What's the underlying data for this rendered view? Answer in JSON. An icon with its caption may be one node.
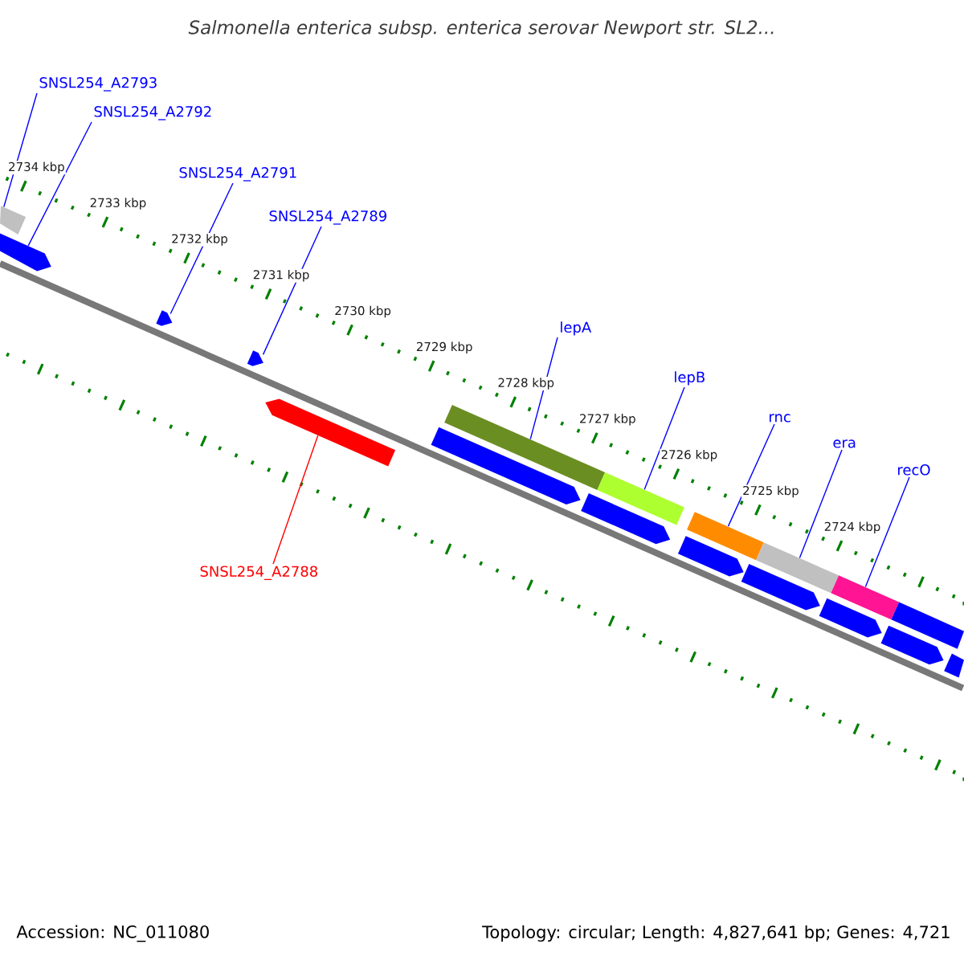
{
  "diagram": {
    "title": "Salmonella enterica subsp. enterica serovar Newport str. SL2...",
    "nodes": [
      {
        "text": [
          "SNSL254_A2793"
        ]
      },
      {
        "text": [
          "SNSL254_A2792"
        ]
      },
      {
        "text": [
          "SNSL254_A2791"
        ]
      },
      {
        "text": [
          "SNSL254_A2789"
        ]
      },
      {
        "text": [
          "lepA"
        ]
      },
      {
        "text": [
          "lepB"
        ]
      },
      {
        "text": [
          "rnc"
        ]
      },
      {
        "text": [
          "era"
        ]
      },
      {
        "text": [
          "recO"
        ]
      },
      {
        "text": [
          "SNSL254_A2788"
        ]
      },
      {
        "text": [],
        "shape": "bar"
      },
      {
        "text": [],
        "shape": "bar"
      },
      {
        "text": [],
        "shape": "bar"
      },
      {
        "text": [],
        "shape": "bar"
      },
      {
        "text": [],
        "shape": "bar"
      },
      {
        "text": [],
        "shape": "bar"
      },
      {
        "text": [],
        "shape": "bar"
      },
      {
        "text": [],
        "shape": "bar"
      },
      {
        "text": [],
        "shape": "bar"
      },
      {
        "text": [],
        "shape": "bar"
      },
      {
        "text": [],
        "shape": "bar"
      },
      {
        "text": [],
        "shape": "bar"
      },
      {
        "text": [],
        "shape": "bar"
      },
      {
        "text": [],
        "shape": "bar"
      },
      {
        "text": [],
        "shape": "bar"
      },
      {
        "text": [],
        "shape": "bar"
      },
      {
        "text": [],
        "shape": "bar"
      },
      {
        "text": [],
        "shape": "bar"
      }
    ],
    "edges": [
      {
        "from": 0,
        "to": 10,
        "arrow": "none"
      },
      {
        "from": 1,
        "to": 11,
        "arrow": "none"
      },
      {
        "from": 2,
        "to": 12,
        "arrow": "none"
      },
      {
        "from": 3,
        "to": 13,
        "arrow": "none"
      },
      {
        "from": 4,
        "to": 15,
        "arrow": "none"
      },
      {
        "from": 5,
        "to": 16,
        "arrow": "none"
      },
      {
        "from": 6,
        "to": 17,
        "arrow": "none"
      },
      {
        "from": 7,
        "to": 18,
        "arrow": "none"
      },
      {
        "from": 8,
        "to": 19,
        "arrow": "none"
      },
      {
        "from": 9,
        "to": 14,
        "arrow": "none",
        "color": "#ff0000"
      }
    ],
    "labels": [
      "2734 kbp",
      "2733 kbp",
      "2732 kbp",
      "2731 kbp",
      "2730 kbp",
      "2729 kbp",
      "2728 kbp",
      "2727 kbp",
      "2726 kbp",
      "2725 kbp",
      "2724 kbp",
      "Accession: NC_011080",
      "Topology: circular; Length: 4,827,641 bp; Genes: 4,721"
    ]
  }
}
